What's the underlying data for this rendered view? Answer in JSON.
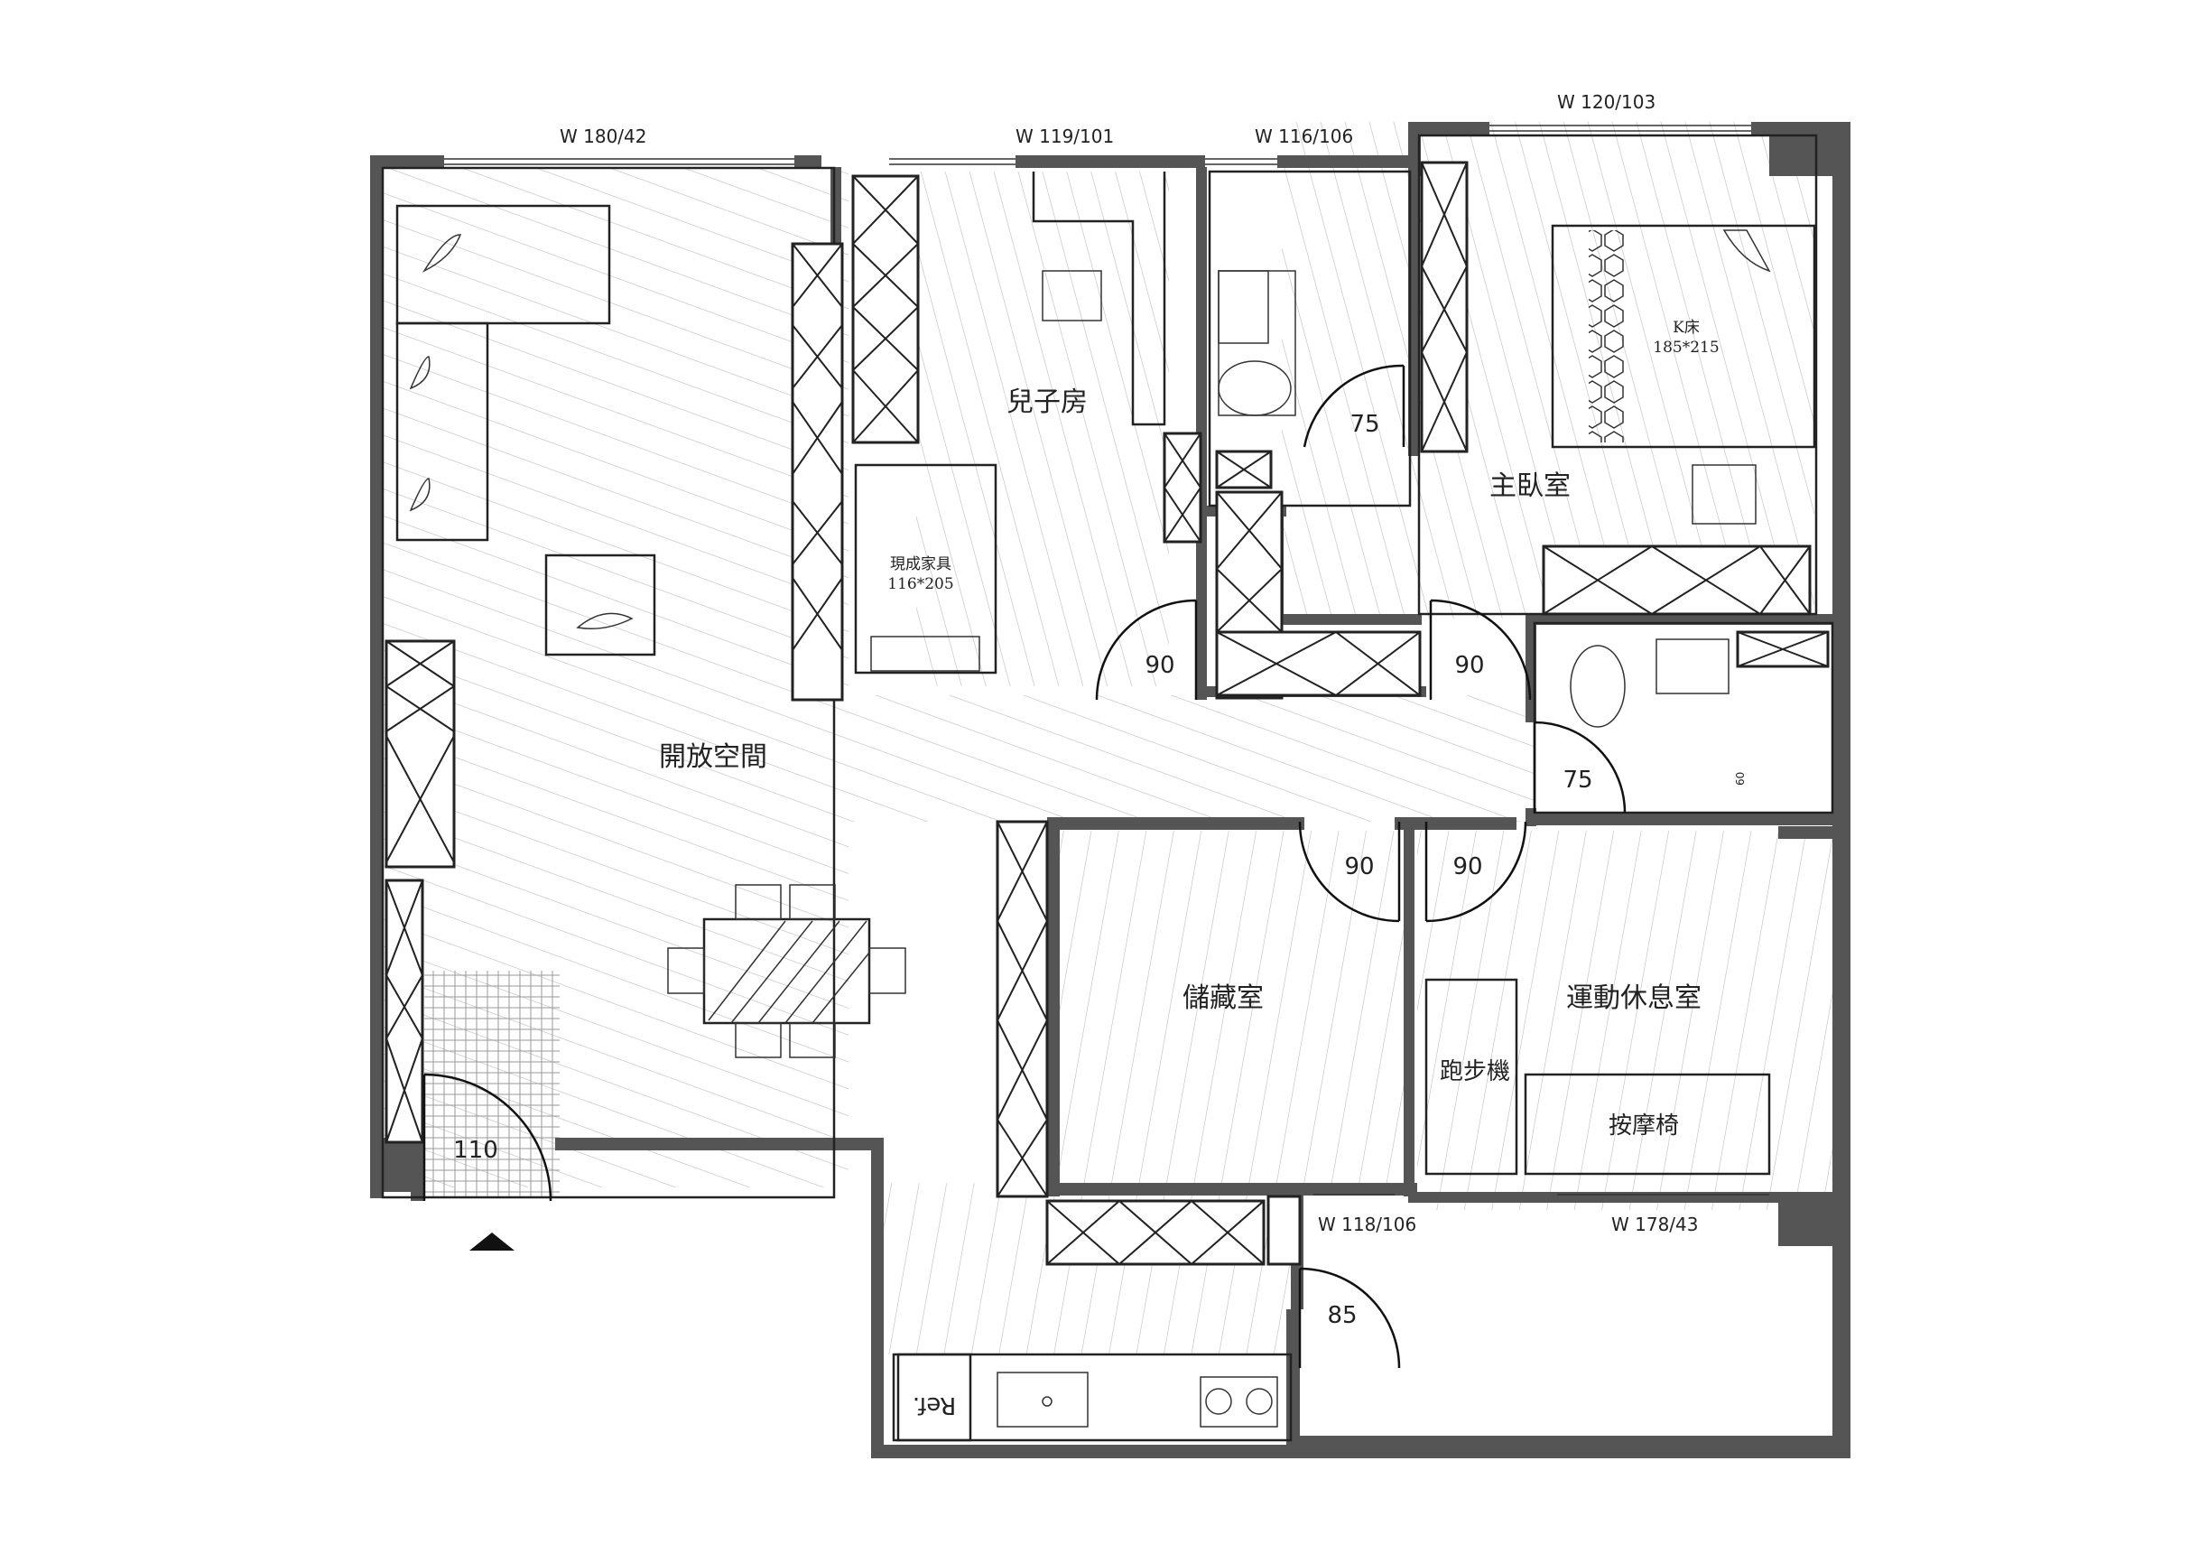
{
  "rooms": {
    "open_space": "開放空間",
    "son_room": "兒子房",
    "master_bedroom": "主臥室",
    "storage_room": "儲藏室",
    "exercise_room": "運動休息室"
  },
  "windows": {
    "w1": "W  180/42",
    "w2": "W  119/101",
    "w3": "W  116/106",
    "w4": "W  120/103",
    "w5": "W  118/106",
    "w6": "W  178/43"
  },
  "doors": {
    "entry": "110",
    "son": "90",
    "bath1": "75",
    "master": "90",
    "bath2": "75",
    "storage": "90",
    "exercise": "90",
    "balcony": "85"
  },
  "furniture": {
    "bed_label": "現成家具",
    "bed_size": "116*205",
    "king_label": "K床",
    "king_size": "185*215",
    "treadmill": "跑步機",
    "massage_chair": "按摩椅",
    "fridge": "Ref.",
    "bath_dim": "60"
  },
  "colors": {
    "wall": "#555555",
    "line": "#222222",
    "background": "#ffffff"
  }
}
